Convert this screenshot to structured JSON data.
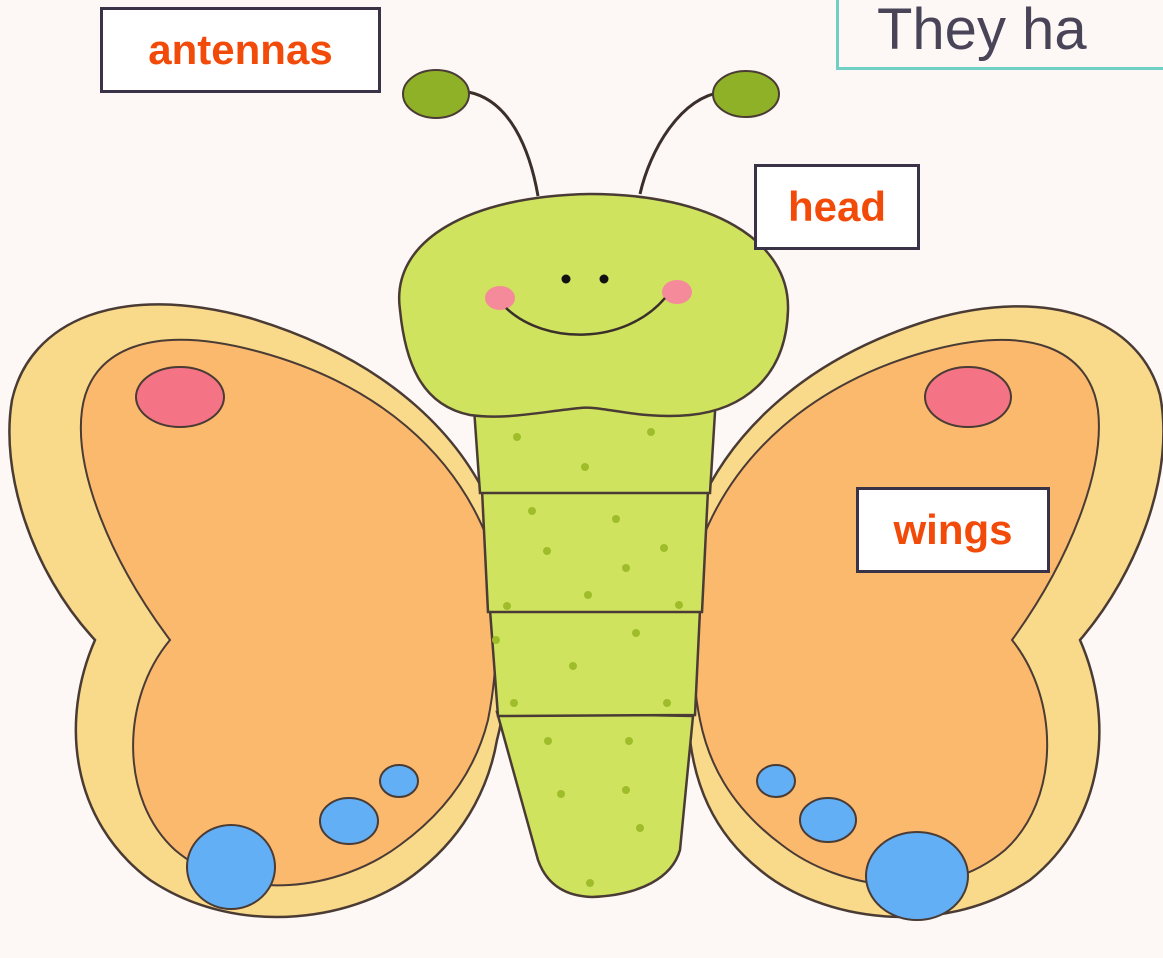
{
  "title": "They ha",
  "labels": {
    "antennas": "antennas",
    "head": "head",
    "wings": "wings"
  },
  "colors": {
    "background": "#fdf8f5",
    "label_text": "#f24a08",
    "label_border": "#3a3347",
    "title_border": "#6fd0c3",
    "title_text": "#4a4458",
    "outer_wing": "#f9d98a",
    "inner_wing": "#fbb96e",
    "body": "#cfe35f",
    "antenna_tip": "#8fb127",
    "pink_spot": "#f47385",
    "blue_spot": "#62aff5",
    "outline": "#4a3b34"
  }
}
